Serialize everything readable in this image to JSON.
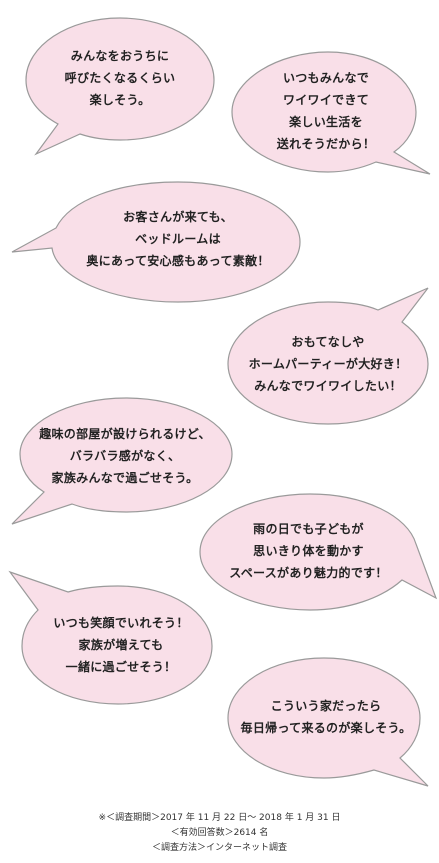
{
  "bubbles": [
    {
      "lines": [
        "みんなをおうちに",
        "呼びたくなるくらい",
        "楽しそう。"
      ]
    },
    {
      "lines": [
        "いつもみんなで",
        "ワイワイできて",
        "楽しい生活を",
        "送れそうだから！"
      ]
    },
    {
      "lines": [
        "お客さんが来ても、",
        "ベッドルームは",
        "奥にあって安心感もあって素敵！"
      ]
    },
    {
      "lines": [
        "おもてなしや",
        "ホームパーティーが大好き！",
        "みんなでワイワイしたい！"
      ]
    },
    {
      "lines": [
        "趣味の部屋が設けられるけど、",
        "バラバラ感がなく、",
        "家族みんなで過ごせそう。"
      ]
    },
    {
      "lines": [
        "雨の日でも子どもが",
        "思いきり体を動かす",
        "スペースがあり魅力的です！"
      ]
    },
    {
      "lines": [
        "いつも笑顔でいれそう！",
        "家族が増えても",
        "一緒に過ごせそう！"
      ]
    },
    {
      "lines": [
        "こういう家だったら",
        "毎日帰って来るのが楽しそう。"
      ]
    }
  ],
  "footer": {
    "line1": "※＜調査期間＞2017 年 11 月 22 日～ 2018 年 1 月 31 日",
    "line2": "＜有効回答数＞2614 名",
    "line3": "＜調査方法＞インターネット調査"
  },
  "colors": {
    "bubble_fill": "#f9dfe8",
    "bubble_stroke": "#9a9a9a"
  }
}
